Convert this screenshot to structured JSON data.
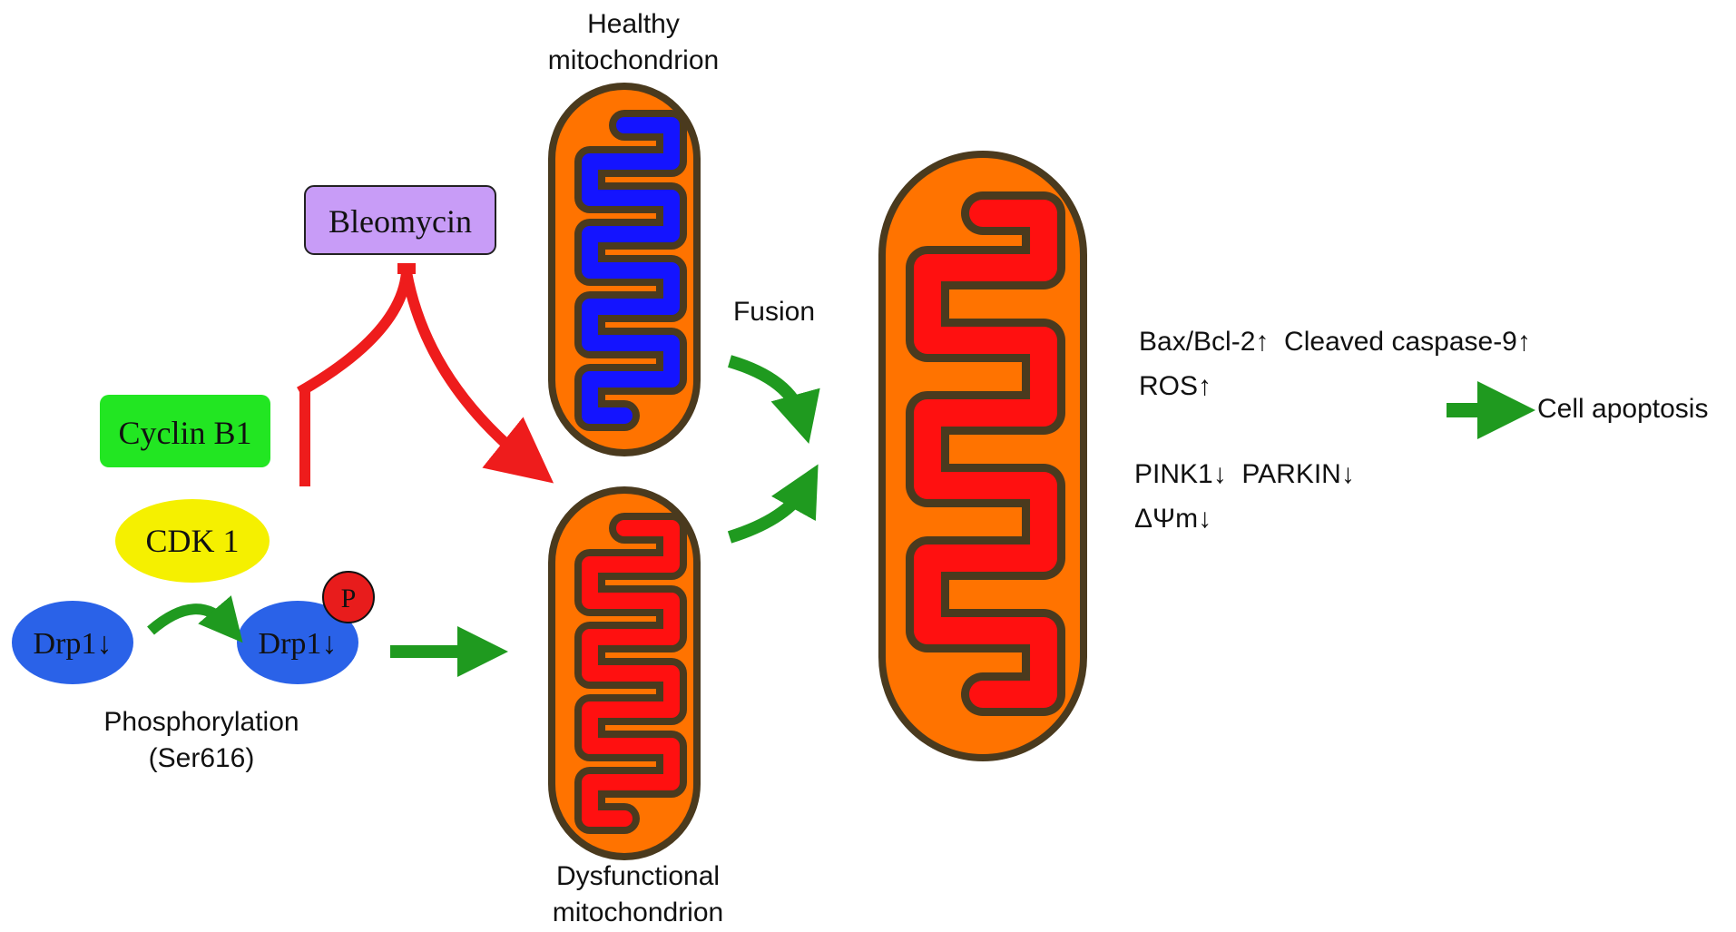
{
  "labels": {
    "healthy_line1": "Healthy",
    "healthy_line2": "mitochondrion",
    "dysfunctional_line1": "Dysfunctional",
    "dysfunctional_line2": "mitochondrion",
    "fusion": "Fusion",
    "bleomycin": "Bleomycin",
    "cyclin_b1": "Cyclin B1",
    "cdk1": "CDK 1",
    "drp1_a": "Drp1↓",
    "drp1_b": "Drp1↓",
    "phospho_badge": "P",
    "phosphorylation_line1": "Phosphorylation",
    "phosphorylation_line2": "(Ser616)",
    "marker_line1": "Bax/Bcl-2↑  Cleaved caspase-9↑",
    "marker_line2": "ROS↑",
    "marker_line3": "PINK1↓  PARKIN↓",
    "marker_line4": "ΔΨm↓",
    "cell_apoptosis": "Cell apoptosis"
  },
  "icons": {
    "healthy_mitochondrion": "mitochondrion-icon",
    "dysfunctional_mitochondrion": "mitochondrion-icon",
    "fused_mitochondrion": "mitochondrion-icon",
    "inhibition": "inhibition-arrow-icon",
    "activation": "arrow-icon"
  },
  "colors": {
    "bleomycin_fill": "#c89cf7",
    "cyclin_fill": "#22e622",
    "cdk1_fill": "#f5f000",
    "drp1_fill": "#2a62e8",
    "phospho_fill": "#e81c1c",
    "mito_outer": "#ff7300",
    "mito_border": "#4a3a1e",
    "healthy_matrix": "#1414ff",
    "dysfunctional_matrix": "#ff1010",
    "red_arrow": "#ee1c1c",
    "green_arrow": "#1f9a1f"
  }
}
